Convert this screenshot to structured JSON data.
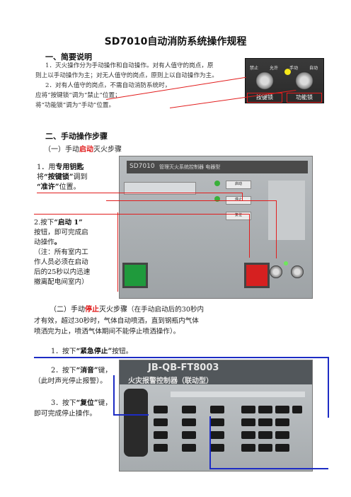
{
  "title": "SD7010自动消防系统操作规程",
  "section1": {
    "heading": "一、简要说明",
    "lines": [
      "1．灭火操作分为手动操作和自动操作。对有人值守的岗点，原",
      "则上以手动操作为主；对无人值守的岗点，原则上以自动操作为主。",
      "2．对有人值守的岗点，不需自动消防系统时，",
      "应将“按键锁”调为“禁止”位置；",
      "将“功能锁”调为“手动”位置。"
    ],
    "lock_labels": [
      "禁止",
      "允许",
      "手动",
      "自动"
    ],
    "caption_key_lock": "按键锁",
    "caption_function_lock": "功能锁"
  },
  "section2": {
    "heading": "二、手动操作步骤",
    "sub1_prefix": "（一）手动",
    "sub1_red": "启动",
    "sub1_suffix": "灭火步骤",
    "step1": [
      "1．用",
      "专用钥匙",
      "将",
      "“按键锁”",
      "调到",
      "“准许”",
      "位置。"
    ],
    "step2_a": "2.按下",
    "step2_b": "“启动 1”",
    "step2_c": "按钮，即可完成启",
    "step2_d": "动操作",
    "step2_e": "。",
    "step2_notes": [
      "（注：所有室内工",
      "作人员必须在启动",
      "后的25秒以内迅速",
      "撤离配电间室内）"
    ],
    "panel1_title": "SD7010",
    "panel1_model": "管理灭火系统控制器 电器型",
    "panel1_buttons": [
      "启动",
      "停止",
      "复位"
    ],
    "sub2_prefix": "（二）手动",
    "sub2_red": "停止",
    "sub2_suffix": "灭火步骤",
    "sub2_tail": "（在手动启动后的30秒内",
    "sub2_lines": [
      "才有效，超过30秒时，气体自动喷洒，直到钢瓶内气体",
      "喷洒完为止，喷洒气体期间不能停止喷洒操作）。"
    ],
    "stop_step1_a": "1．按下",
    "stop_step1_b": "“紧急停止”",
    "stop_step1_c": "按钮。",
    "stop_step2_a": "2．按下",
    "stop_step2_b": "“消音”",
    "stop_step2_c": "键，",
    "stop_step2_d": "（此时声光停止报警）。",
    "stop_step3_a": "3．按下",
    "stop_step3_b": "“复位”",
    "stop_step3_c": "键，",
    "stop_step3_d": "即可完成停止操作。",
    "panel2_model": "JB-QB-FT8003",
    "panel2_name": "火灾报警控制器（联动型）"
  }
}
